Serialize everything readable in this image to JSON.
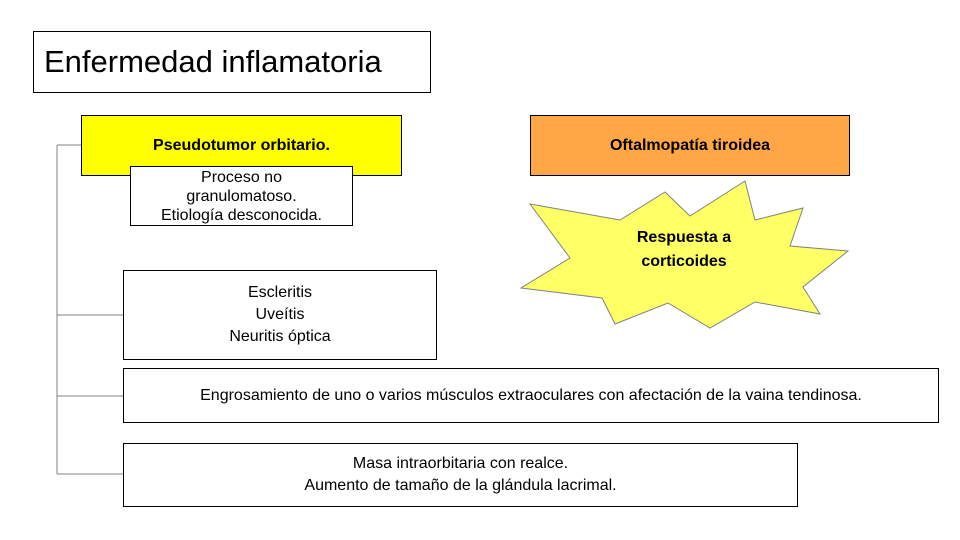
{
  "title": "Enfermedad inflamatoria",
  "pseudotumor": {
    "label": "Pseudotumor orbitario.",
    "color": "#ffff00",
    "desc_lines": [
      "Proceso no",
      "granulomatoso.",
      "Etiología desconocida."
    ]
  },
  "oftalmopatia": {
    "label": "Oftalmopatía tiroidea",
    "color": "#ffa646"
  },
  "burst": {
    "lines": [
      "Respuesta a",
      "corticoides"
    ],
    "color": "#ffff66"
  },
  "findings": {
    "ocular": [
      "Escleritis",
      "Uveítis",
      "Neuritis óptica"
    ],
    "muscles": "Engrosamiento de uno o varios músculos extraoculares con afectación de la vaina tendinosa.",
    "mass": [
      "Masa intraorbitaria con realce.",
      "Aumento de tamaño de la glándula lacrimal."
    ]
  }
}
